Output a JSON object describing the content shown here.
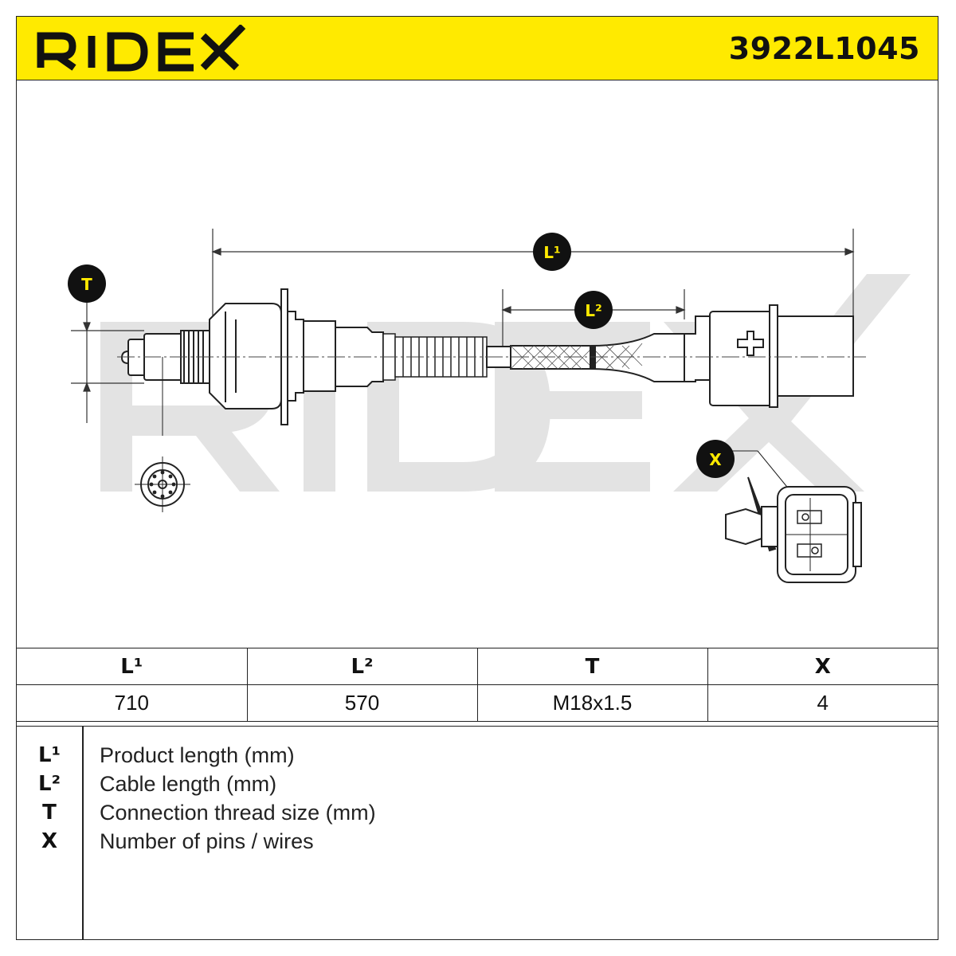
{
  "header": {
    "brand": "RIDEX",
    "part_number": "3922L1045",
    "background_color": "#ffea00"
  },
  "callouts": {
    "l1": "L¹",
    "l2": "L²",
    "t": "T",
    "x": "X"
  },
  "watermark": "RIDEX",
  "specs": {
    "headers": [
      "L¹",
      "L²",
      "T",
      "X"
    ],
    "values": [
      "710",
      "570",
      "M18x1.5",
      "4"
    ]
  },
  "legend": [
    {
      "key": "L¹",
      "text": "Product length (mm)"
    },
    {
      "key": "L²",
      "text": "Cable length (mm)"
    },
    {
      "key": "T",
      "text": "Connection thread size (mm)"
    },
    {
      "key": "X",
      "text": "Number of pins / wires"
    }
  ]
}
